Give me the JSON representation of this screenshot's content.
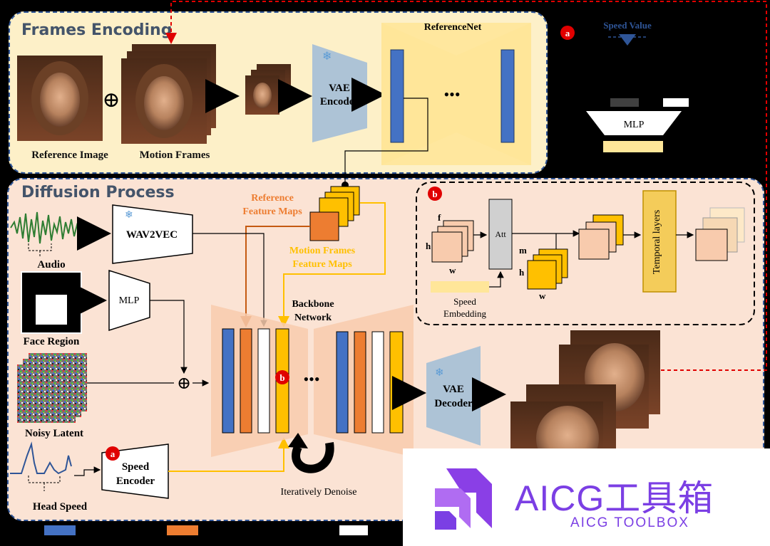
{
  "sections": {
    "frames_encoding": "Frames Encoding",
    "diffusion_process": "Diffusion Process"
  },
  "labels": {
    "reference_image": "Reference Image",
    "motion_frames": "Motion Frames",
    "vae_encoder": [
      "VAE",
      "Encoder"
    ],
    "reference_net": "ReferenceNet",
    "reference_feature_maps": [
      "Reference",
      "Feature Maps"
    ],
    "motion_feature_maps": [
      "Motion Frames",
      "Feature Maps"
    ],
    "wav2vec": "WAV2VEC",
    "audio": "Audio",
    "mlp": "MLP",
    "face_region": "Face Region",
    "noisy_latent": "Noisy Latent",
    "head_speed": "Head Speed",
    "speed_encoder": [
      "Speed",
      "Encoder"
    ],
    "backbone_network": [
      "Backbone",
      "Network"
    ],
    "vae_decoder": [
      "VAE",
      "Decoder"
    ],
    "iteratively_denoise": "Iteratively Denoise",
    "dots": "•••"
  },
  "inset_a": {
    "marker": "a",
    "speed_value": "Speed Value",
    "mlp": "MLP"
  },
  "inset_b": {
    "marker": "b",
    "dims": {
      "f": "f",
      "h": "h",
      "w": "w",
      "m": "m"
    },
    "att": "Att",
    "speed_embedding": [
      "Speed",
      "Embedding"
    ],
    "temporal_layers": "Temporal layers"
  },
  "watermark": {
    "title": "AICG工具箱",
    "subtitle": "AICG TOOLBOX"
  },
  "colors": {
    "frames_bg": "#fdf0c8",
    "diffusion_bg": "#fbe3d4",
    "panel_border": "#2f5597",
    "blue_layer": "#4472c4",
    "orange_layer": "#ed7d31",
    "yellow_layer": "#ffc000",
    "vae_fill": "#adc3d6",
    "refnet_fill": "#ffe699",
    "red_marker": "#e00000",
    "brand_purple": "#7b3fe4"
  }
}
